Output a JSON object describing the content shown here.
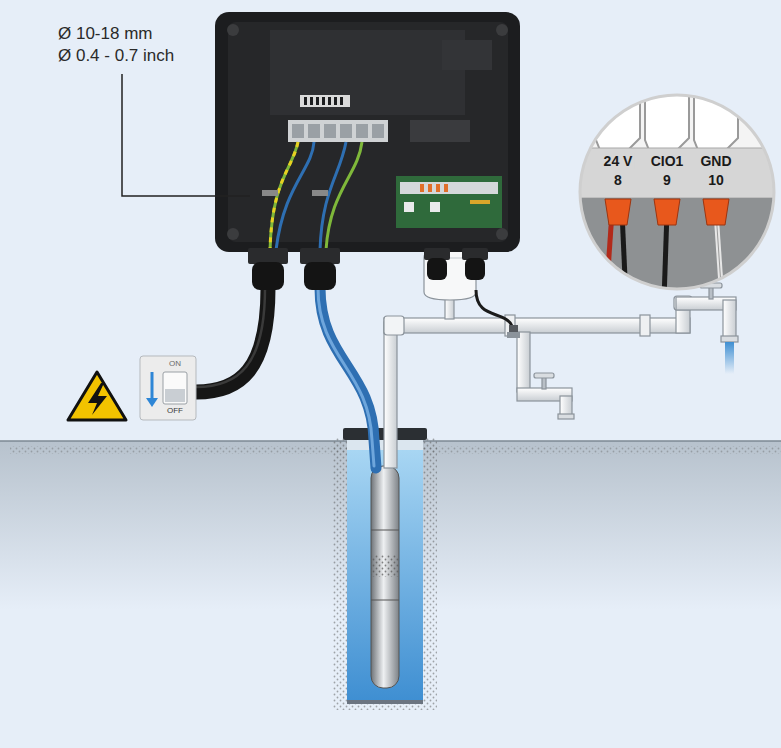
{
  "diagram": {
    "labels": [
      "Ø 10-18 mm",
      "Ø 0.4 - 0.7 inch",
      "24 V",
      "CIO1",
      "GND",
      "8",
      "9",
      "10",
      "ON",
      "OFF"
    ]
  }
}
